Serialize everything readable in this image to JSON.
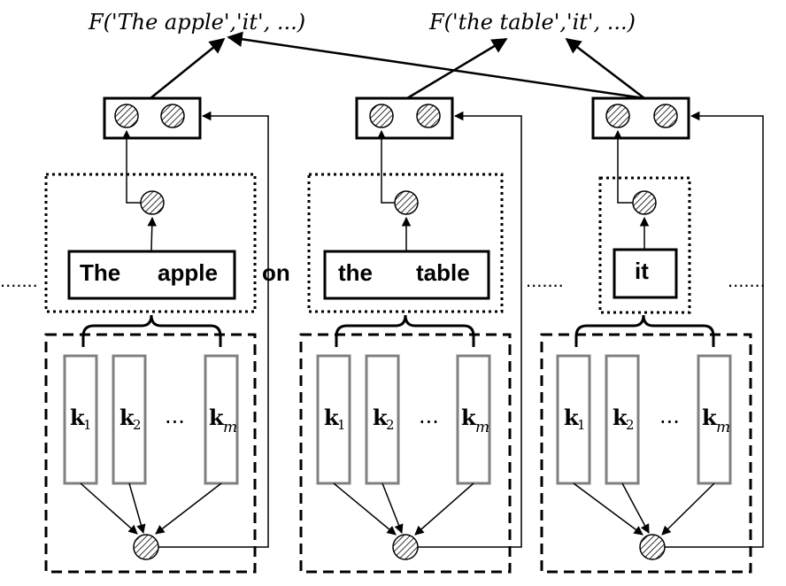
{
  "formulas": {
    "left": "F('The apple','it', ...)",
    "right": "F('the table','it', ...)"
  },
  "sentence": {
    "words": [
      "The",
      "apple",
      "on",
      "the",
      "table",
      "it"
    ],
    "ellipsis": "......."
  },
  "key_vectors": {
    "symbol": "k",
    "subscripts": [
      "1",
      "2",
      "m"
    ],
    "gap": "..."
  },
  "groups": [
    {
      "label": "The apple"
    },
    {
      "label": "the table"
    },
    {
      "label": "it"
    }
  ]
}
